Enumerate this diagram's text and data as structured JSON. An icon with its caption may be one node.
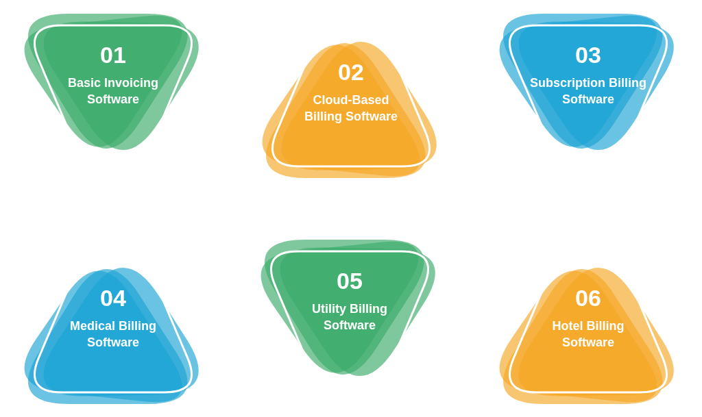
{
  "diagram": {
    "nodes": [
      {
        "text": [
          "01",
          "Basic Invoicing Software"
        ]
      },
      {
        "text": [
          "02",
          "Cloud-Based Billing Software"
        ]
      },
      {
        "text": [
          "03",
          "Subscription Billing Software"
        ]
      },
      {
        "text": [
          "04",
          "Medical Billing Software"
        ]
      },
      {
        "text": [
          "05",
          "Utility Billing Software"
        ]
      },
      {
        "text": [
          "06",
          "Hotel Billing Software"
        ]
      }
    ]
  }
}
